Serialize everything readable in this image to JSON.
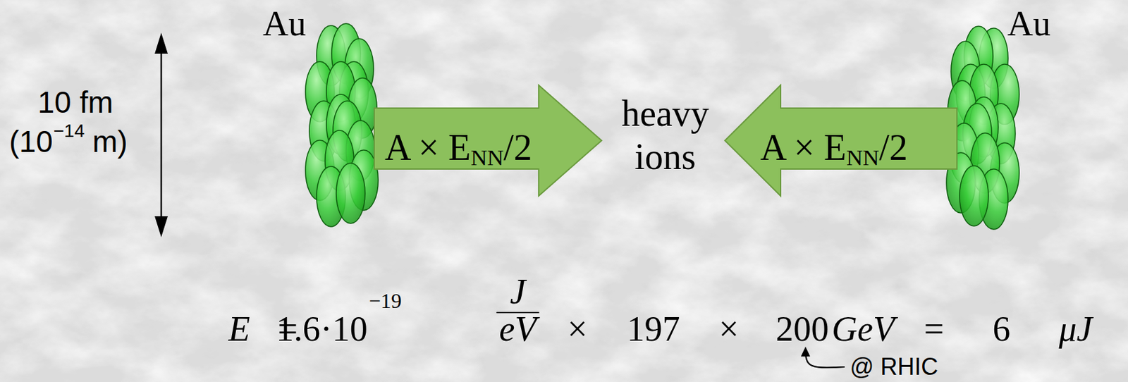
{
  "diagram": {
    "nodes": [
      {
        "text": [
          "A × E",
          "NN",
          "/2"
        ]
      },
      {
        "text": [
          "A × E",
          "NN",
          "/2"
        ]
      }
    ],
    "labels": [
      "Au",
      "Au",
      "10 fm",
      "(10",
      "−14",
      "m)",
      "heavy ions",
      "E",
      "=",
      "1.6·10",
      "−19",
      "J",
      "eV",
      "×",
      "197",
      "×",
      "200",
      "GeV",
      "=",
      "6",
      "μJ",
      "@ RHIC"
    ]
  }
}
